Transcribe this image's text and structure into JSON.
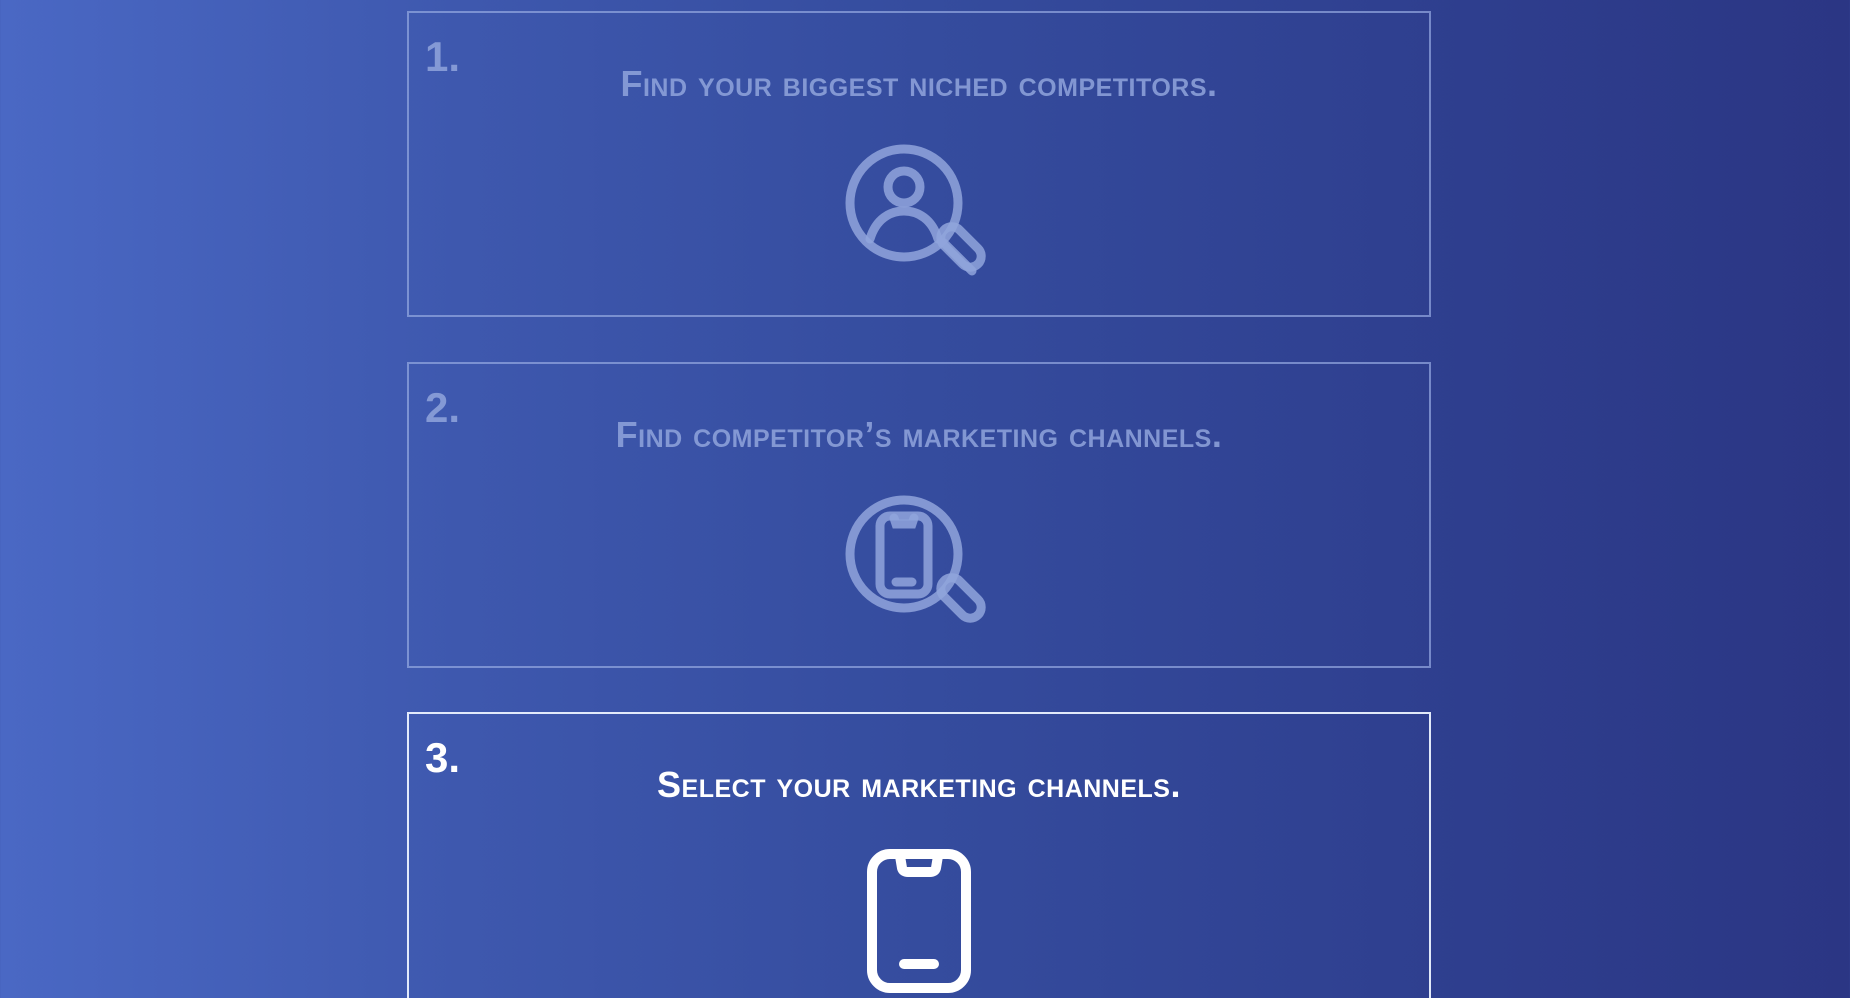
{
  "steps": [
    {
      "number": "1.",
      "title": "Find your biggest niched competitors.",
      "icon": "person-search-icon",
      "state": "inactive"
    },
    {
      "number": "2.",
      "title": "Find competitor’s marketing channels.",
      "icon": "phone-search-icon",
      "state": "inactive"
    },
    {
      "number": "3.",
      "title": "Select your marketing channels.",
      "icon": "smartphone-icon",
      "state": "active"
    }
  ],
  "colors": {
    "background_left": "#4a68c4",
    "background_right": "#2b3684",
    "inactive_text": "#91a4dc",
    "active_text": "#ffffff"
  }
}
